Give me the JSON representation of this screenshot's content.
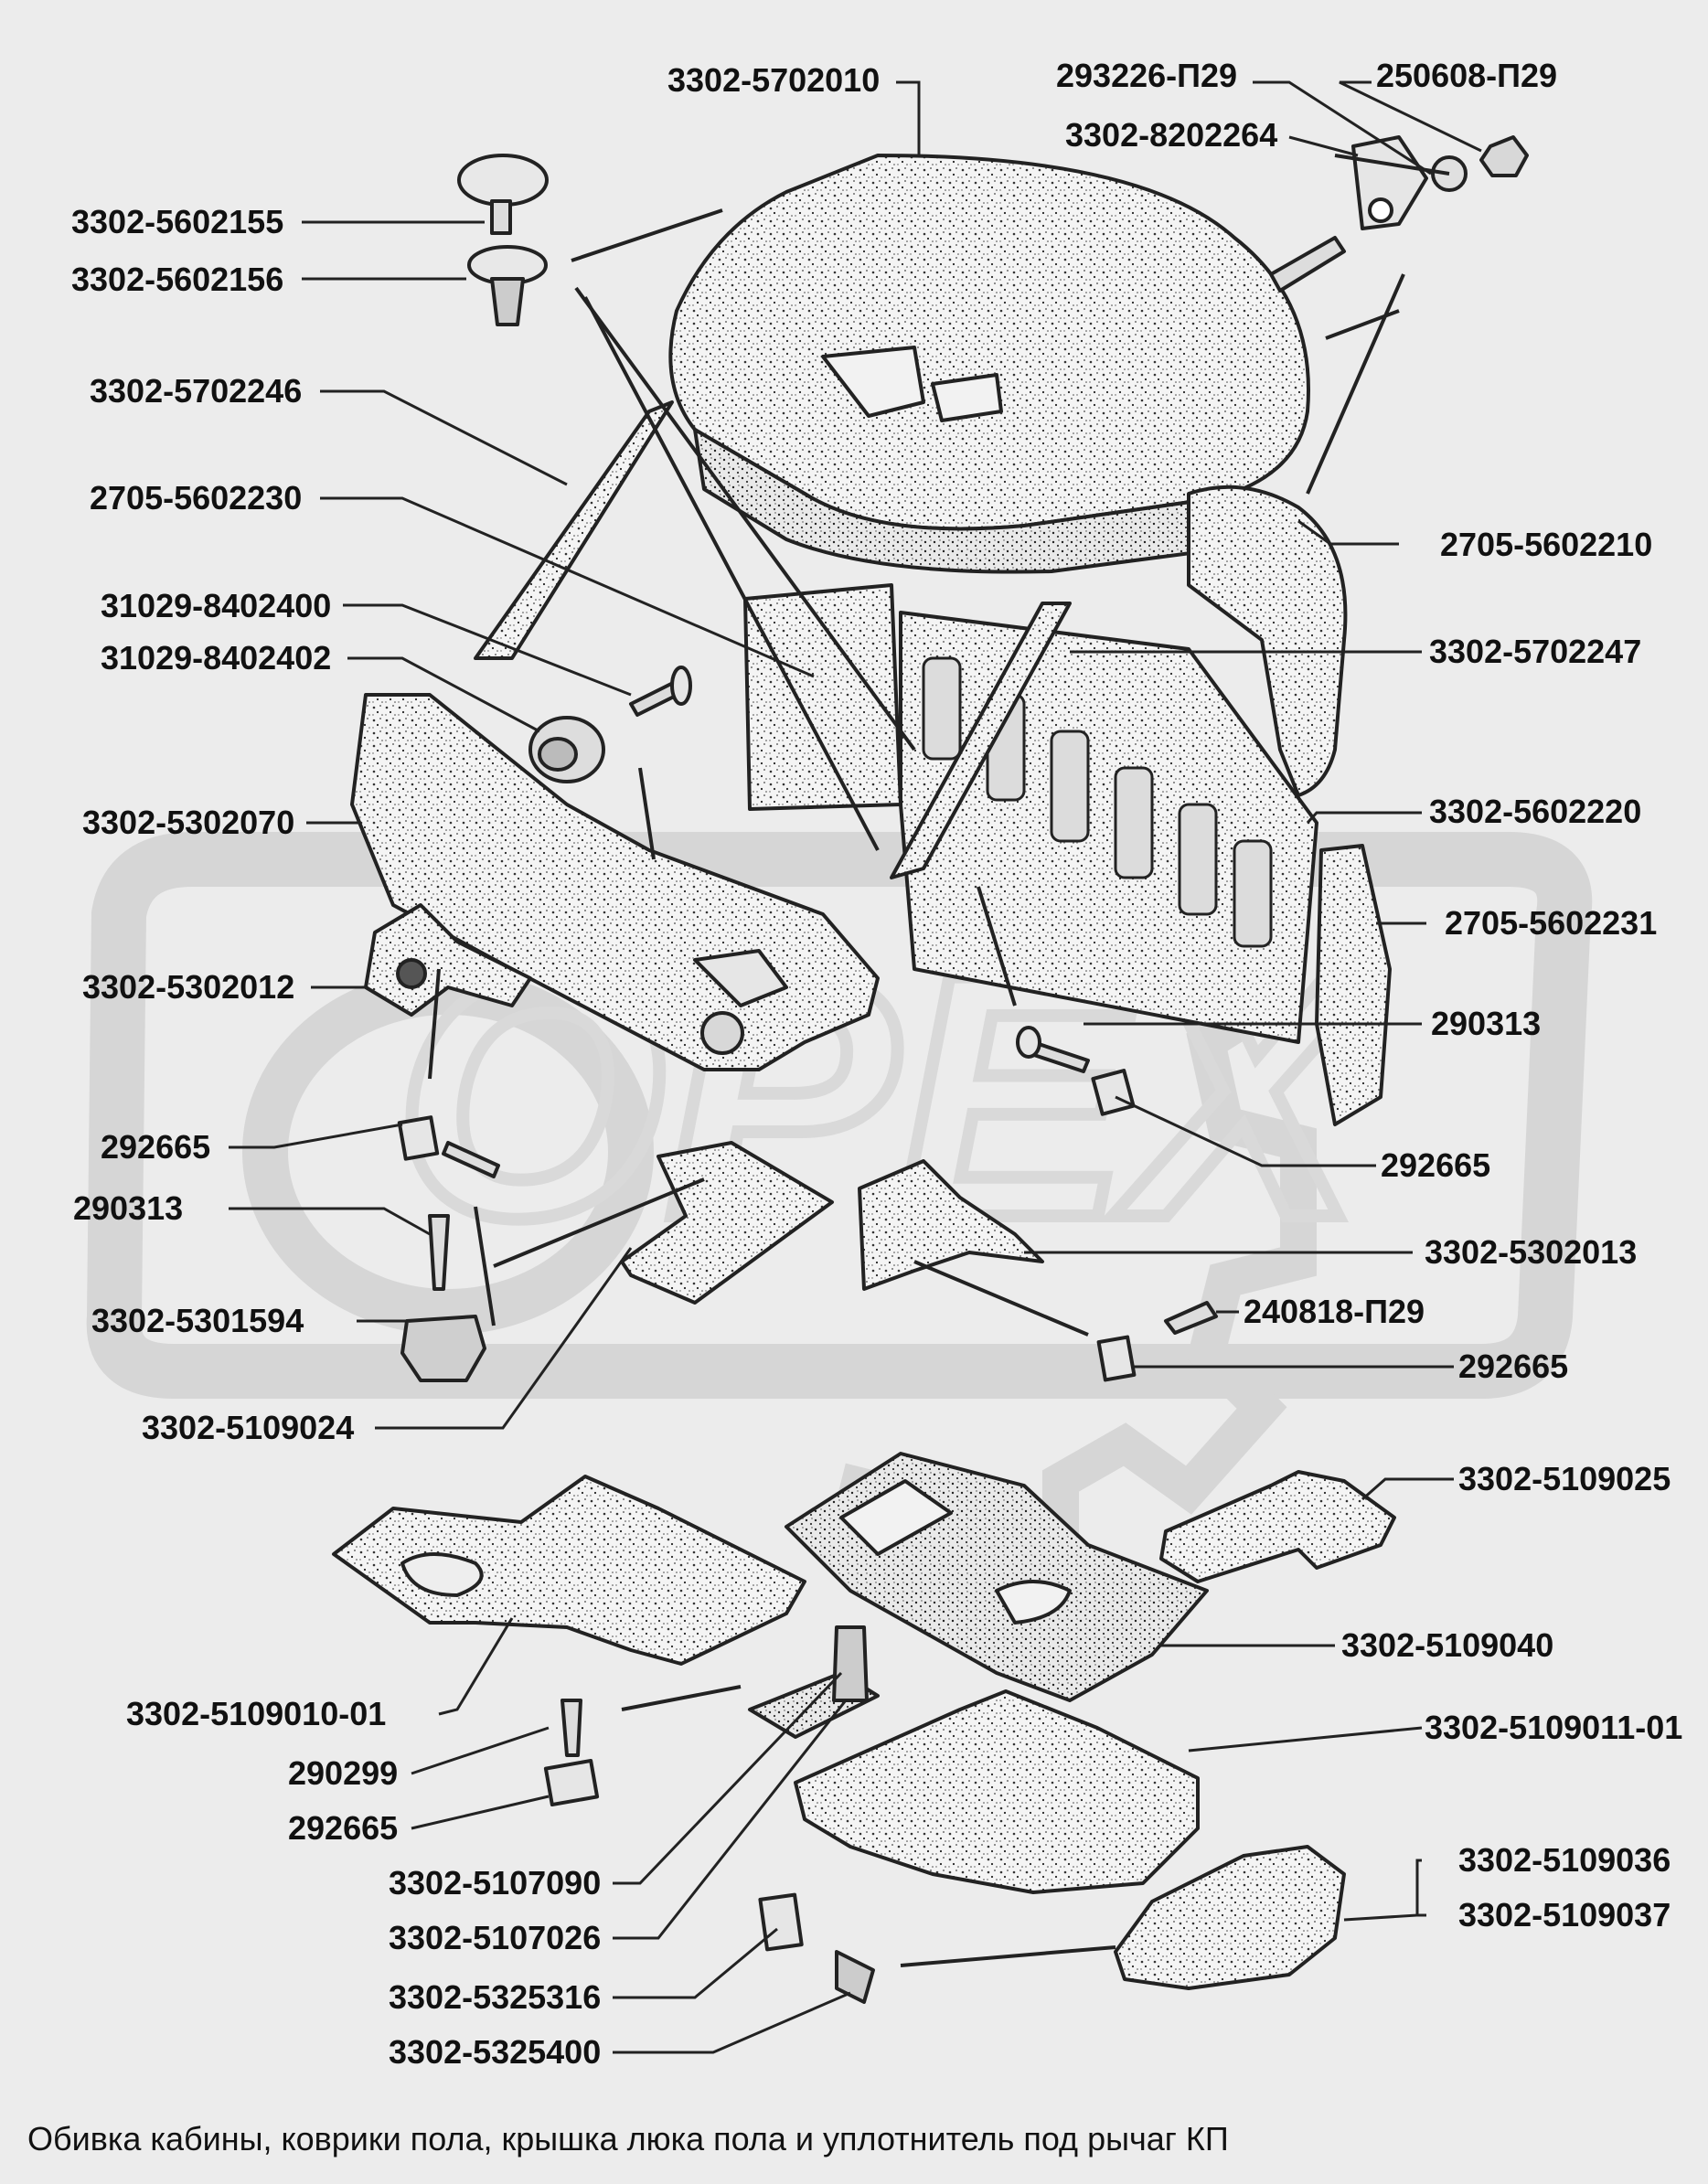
{
  "caption": "Обивка кабины, коврики пола, крышка люка пола и уплотнитель под рычаг КП",
  "watermark": "OPEX",
  "labels": {
    "p5702010": "3302-5702010",
    "p293226": "293226-П29",
    "p250608": "250608-П29",
    "p8202264": "3302-8202264",
    "p5602155": "3302-5602155",
    "p5602156": "3302-5602156",
    "p5702246": "3302-5702246",
    "p2705_5602230": "2705-5602230",
    "p2705_5602210": "2705-5602210",
    "p31029_8402400": "31029-8402400",
    "p31029_8402402": "31029-8402402",
    "p5702247": "3302-5702247",
    "p5302070": "3302-5302070",
    "p5602220": "3302-5602220",
    "p2705_5602231": "2705-5602231",
    "p5302012": "3302-5302012",
    "p290313_r": "290313",
    "p292665_l": "292665",
    "p292665_r": "292665",
    "p290313_l": "290313",
    "p5302013": "3302-5302013",
    "p5301594": "3302-5301594",
    "p240818": "240818-П29",
    "p292665_r2": "292665",
    "p5109024": "3302-5109024",
    "p5109025": "3302-5109025",
    "p5109040": "3302-5109040",
    "p5109010": "3302-5109010-01",
    "p5109011": "3302-5109011-01",
    "p290299": "290299",
    "p292665_b": "292665",
    "p5109036": "3302-5109036",
    "p5109037": "3302-5109037",
    "p5107090": "3302-5107090",
    "p5107026": "3302-5107026",
    "p5325316": "3302-5325316",
    "p5325400": "3302-5325400"
  }
}
